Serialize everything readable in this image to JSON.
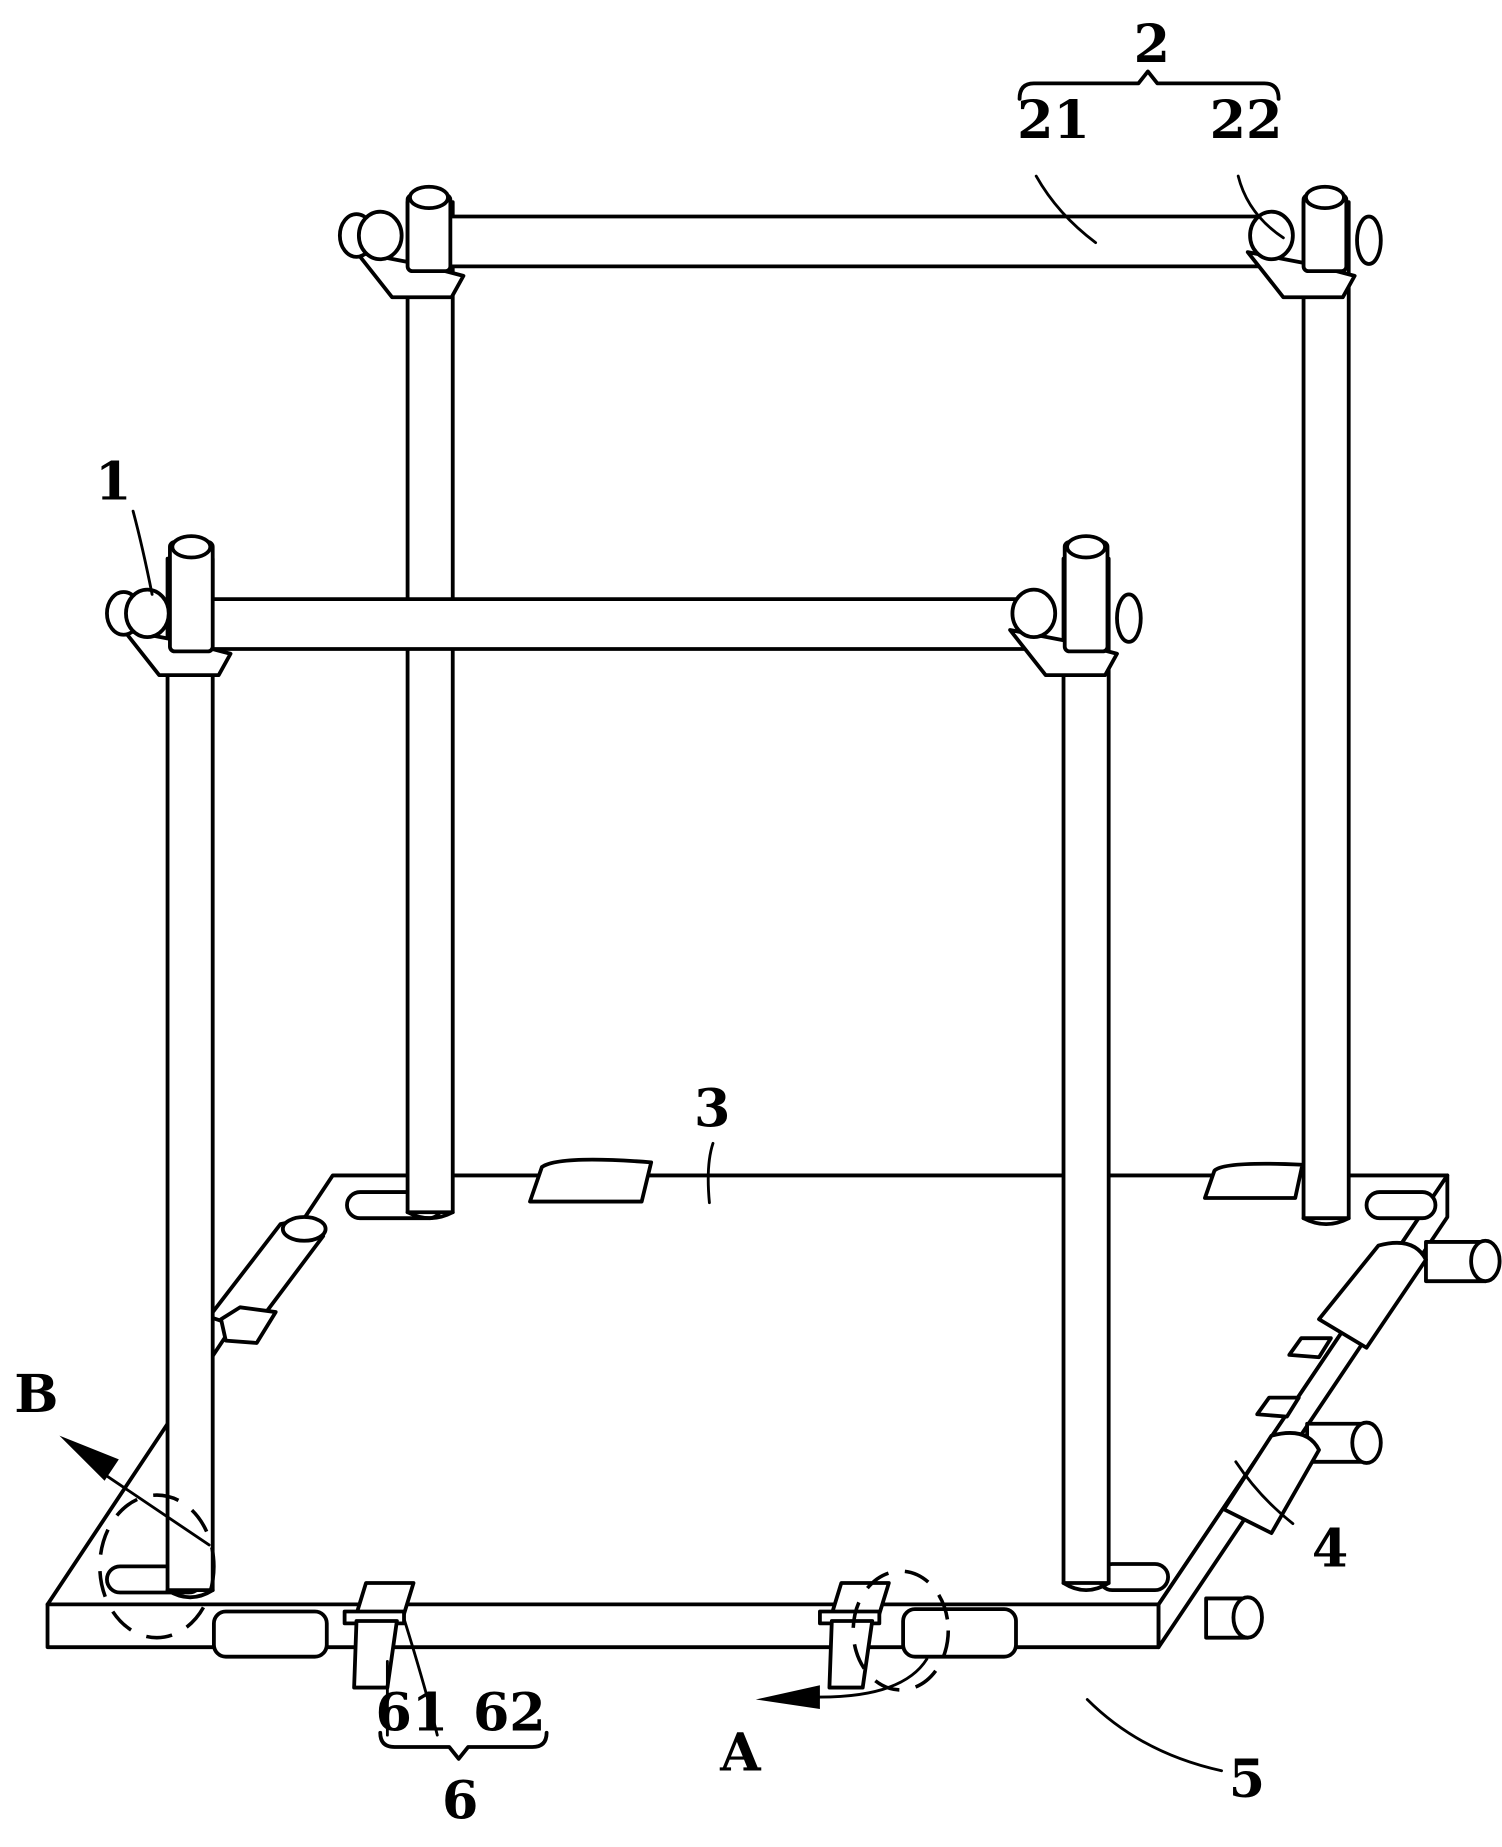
{
  "figure": {
    "type": "patent-style isometric line drawing",
    "subject": "frame assembly with posts, crossbars, base plate and clamps"
  },
  "labels": {
    "l1": "1",
    "l2": "2",
    "l21": "21",
    "l22": "22",
    "l3": "3",
    "l4": "4",
    "l5": "5",
    "l6": "6",
    "l61": "61",
    "l62": "62",
    "viewA": "A",
    "viewB": "B"
  },
  "callouts": [
    {
      "id": "1",
      "target": "front-left clamp connector"
    },
    {
      "id": "2",
      "target": "rear crossbar assembly (group of 21 and 22)"
    },
    {
      "id": "21",
      "target": "rear crossbar tube"
    },
    {
      "id": "22",
      "target": "rear-right clamp connector"
    },
    {
      "id": "3",
      "target": "base plate"
    },
    {
      "id": "4",
      "target": "right side roller sleeve"
    },
    {
      "id": "5",
      "target": "front edge rail"
    },
    {
      "id": "6",
      "target": "clamp assembly (group of 61 and 62)"
    },
    {
      "id": "61",
      "target": "clamp leg"
    },
    {
      "id": "62",
      "target": "clamp plate"
    },
    {
      "id": "A",
      "target": "detail view A arrow"
    },
    {
      "id": "B",
      "target": "detail view B arrow"
    }
  ],
  "colors": {
    "stroke": "#000000",
    "background": "#ffffff"
  }
}
